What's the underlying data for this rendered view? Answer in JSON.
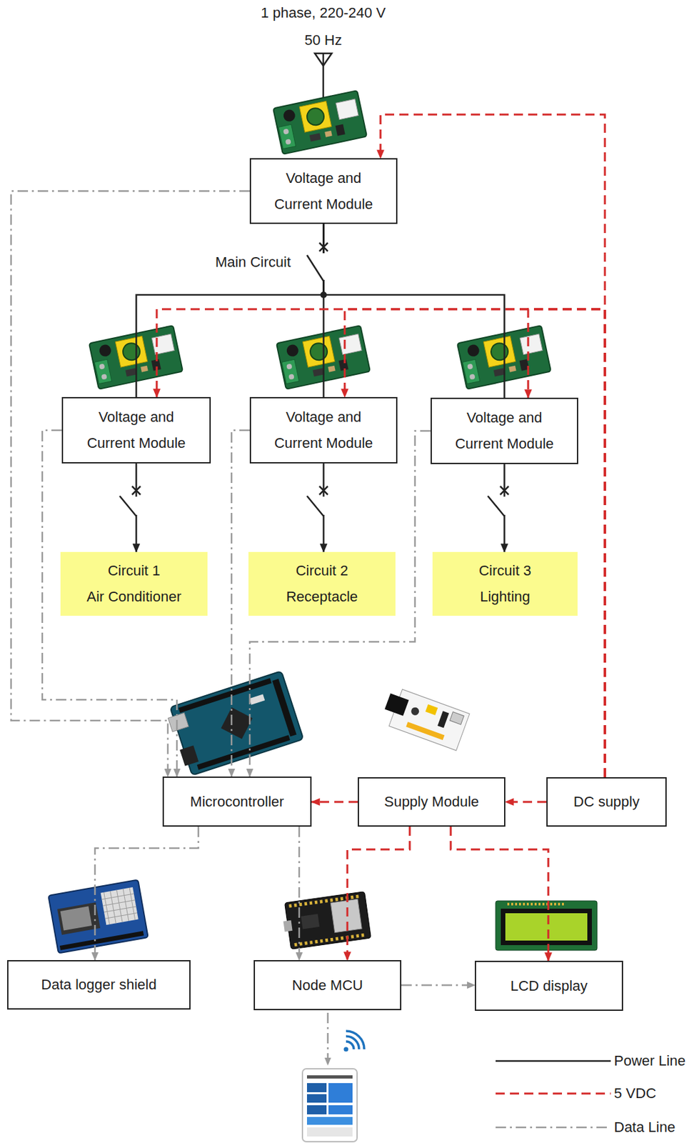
{
  "diagram": {
    "nodes": [
      {
        "text": [
          "Voltage and Current Module"
        ]
      },
      {
        "text": [
          "Voltage and Current Module"
        ]
      },
      {
        "text": [
          "Voltage and Current Module"
        ]
      },
      {
        "text": [
          "Voltage and Current Module"
        ]
      },
      {
        "text": [
          "Circuit 1",
          "Air Conditioner"
        ]
      },
      {
        "text": [
          "Circuit 2",
          "Receptacle"
        ]
      },
      {
        "text": [
          "Circuit 3",
          "Lighting"
        ]
      },
      {
        "text": [
          "Microcontroller"
        ]
      },
      {
        "text": [
          "Supply Module"
        ]
      },
      {
        "text": [
          "DC supply"
        ]
      },
      {
        "text": [
          "Data logger shield"
        ]
      },
      {
        "text": [
          "Node MCU"
        ]
      },
      {
        "text": [
          "LCD display"
        ]
      }
    ],
    "edges": [
      {
        "from": 0,
        "to": 1,
        "arrow": "none"
      },
      {
        "from": 0,
        "to": 2,
        "arrow": "none"
      },
      {
        "from": 0,
        "to": 3,
        "arrow": "none"
      },
      {
        "from": 1,
        "to": 4,
        "arrow": "to"
      },
      {
        "from": 2,
        "to": 5,
        "arrow": "to"
      },
      {
        "from": 3,
        "to": 6,
        "arrow": "to"
      },
      {
        "from": 0,
        "to": 7,
        "arrow": "to"
      },
      {
        "from": 1,
        "to": 7,
        "arrow": "to"
      },
      {
        "from": 2,
        "to": 7,
        "arrow": "to"
      },
      {
        "from": 3,
        "to": 7,
        "arrow": "to"
      },
      {
        "from": 7,
        "to": 10,
        "arrow": "to"
      },
      {
        "from": 7,
        "to": 11,
        "arrow": "to"
      },
      {
        "from": 11,
        "to": 12,
        "arrow": "to"
      },
      {
        "from": 9,
        "to": 8,
        "arrow": "to"
      },
      {
        "from": 8,
        "to": 7,
        "arrow": "to"
      },
      {
        "from": 8,
        "to": 11,
        "arrow": "to"
      },
      {
        "from": 8,
        "to": 12,
        "arrow": "to"
      },
      {
        "from": 9,
        "to": 0,
        "arrow": "to"
      },
      {
        "from": 9,
        "to": 1,
        "arrow": "to"
      },
      {
        "from": 9,
        "to": 2,
        "arrow": "to"
      },
      {
        "from": 9,
        "to": 3,
        "arrow": "to"
      }
    ],
    "labels": [
      "1 phase, 220-240 V",
      "50 Hz",
      "Main Circuit"
    ],
    "legend": [
      {
        "text": "Power Line"
      },
      {
        "text": "5 VDC"
      },
      {
        "text": "Data Line"
      }
    ]
  }
}
